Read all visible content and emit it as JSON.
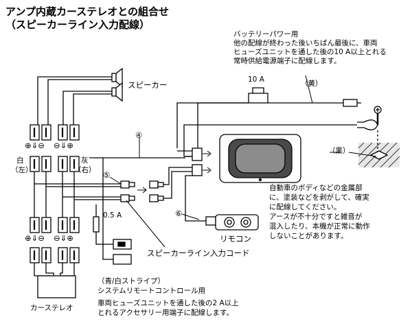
{
  "title": {
    "line1": "アンプ内蔵カーステレオとの組合せ",
    "line2": "（スピーカーライン入力配線）"
  },
  "battery": {
    "heading": "バッテリーパワー用",
    "lines": [
      "他の配線が終わった後いちばん最後に、車両",
      "ヒューズユニットを通した後の10 A以上とれる",
      "常時供給電源端子に配線します。"
    ]
  },
  "labels": {
    "speaker": "スピーカー",
    "fuse_10a": "10 A",
    "yellow": "（黄）",
    "black": "（黒）",
    "white": "白",
    "white_side": "（左）",
    "gray": "灰",
    "gray_side": "（右）",
    "num4": "④",
    "num5": "⑤",
    "num6": "⑥",
    "fuse_05a": "0.5 A",
    "remote": "リモコン",
    "input_cord": "スピーカーライン入力コード",
    "car_stereo": "カーステレオ",
    "symbols_left": "⊕⇓⊖",
    "symbols_right": "⊖⇓⊕"
  },
  "ground_note": [
    "自動車のボディなどの金属部",
    "に、塗装などを剥がして、確実",
    "に配線してください。",
    "アースが不十分ですと雑音が",
    "混入したり、本機が正常に動作",
    "しないことがあります。"
  ],
  "remote_note": {
    "stripe": "（青/白ストライプ）",
    "line1": "システムリモートコントロール用",
    "line2": "車両ヒューズユニットを通した後の2 A以上",
    "line3": "とれるアクセサリー用端子に配線します。"
  }
}
